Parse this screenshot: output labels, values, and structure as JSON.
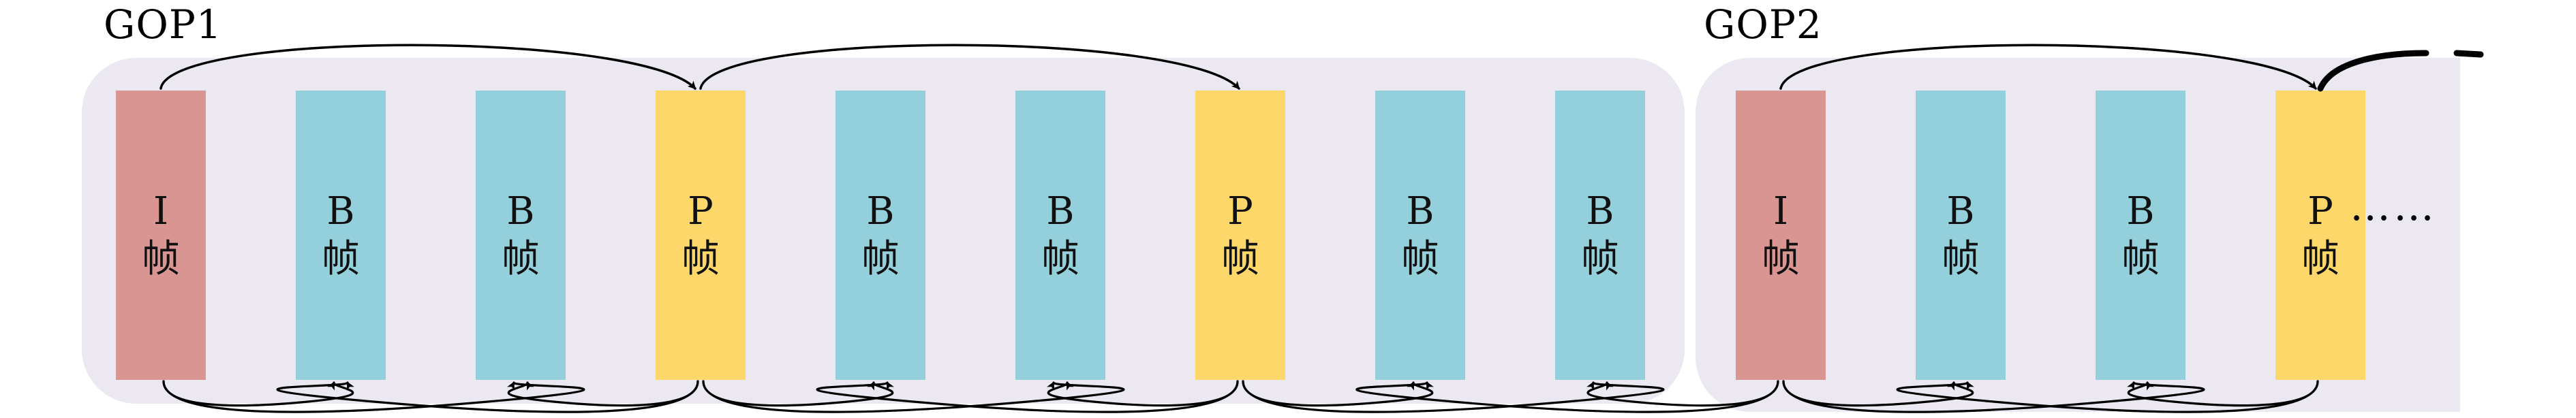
{
  "gops": [
    {
      "label": "GOP1",
      "frames": [
        {
          "type": "I",
          "letter": "I",
          "suffix": "帧"
        },
        {
          "type": "B",
          "letter": "B",
          "suffix": "帧"
        },
        {
          "type": "B",
          "letter": "B",
          "suffix": "帧"
        },
        {
          "type": "P",
          "letter": "P",
          "suffix": "帧"
        },
        {
          "type": "B",
          "letter": "B",
          "suffix": "帧"
        },
        {
          "type": "B",
          "letter": "B",
          "suffix": "帧"
        },
        {
          "type": "P",
          "letter": "P",
          "suffix": "帧"
        },
        {
          "type": "B",
          "letter": "B",
          "suffix": "帧"
        },
        {
          "type": "B",
          "letter": "B",
          "suffix": "帧"
        }
      ]
    },
    {
      "label": "GOP2",
      "frames": [
        {
          "type": "I",
          "letter": "I",
          "suffix": "帧"
        },
        {
          "type": "B",
          "letter": "B",
          "suffix": "帧"
        },
        {
          "type": "B",
          "letter": "B",
          "suffix": "帧"
        },
        {
          "type": "P",
          "letter": "P",
          "suffix": "帧"
        }
      ],
      "continuation": "……"
    }
  ],
  "colors": {
    "I": "#d99592",
    "B": "#94cfdc",
    "P": "#fdd76a",
    "gop_background": "#ebe8f1"
  }
}
